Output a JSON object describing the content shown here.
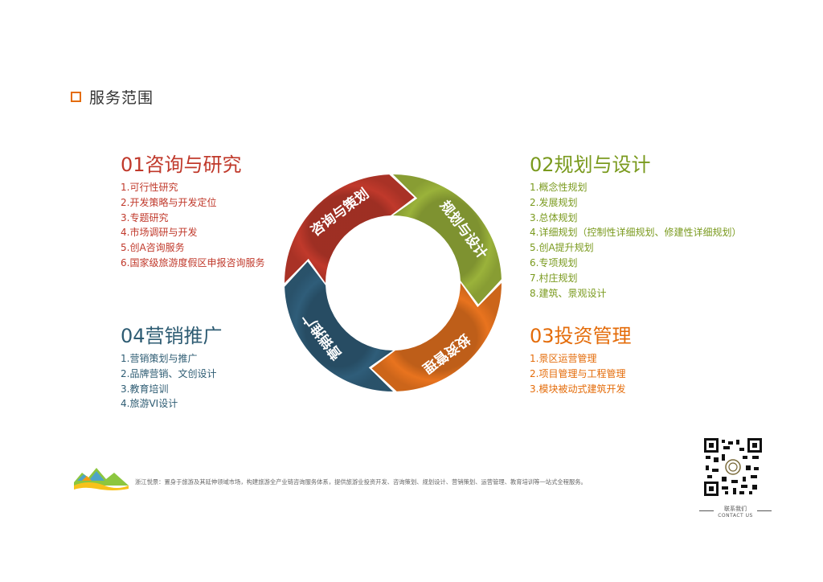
{
  "page_title": "服务范围",
  "cycle": {
    "segments": [
      {
        "label": "咨询与策划",
        "color": "#c0392b"
      },
      {
        "label": "规划与设计",
        "color": "#9ab23a"
      },
      {
        "label": "投资管理",
        "color": "#e8731e"
      },
      {
        "label": "营销推广",
        "color": "#2f5d79"
      }
    ]
  },
  "sections": {
    "s1": {
      "title": "01咨询与研究",
      "items": [
        "1.可行性研究",
        "2.开发策略与开发定位",
        "3.专题研究",
        "4.市场调研与开发",
        "5.创A咨询服务",
        "6.国家级旅游度假区申报咨询服务"
      ]
    },
    "s2": {
      "title": "02规划与设计",
      "items": [
        "1.概念性规划",
        "2.发展规划",
        "3.总体规划",
        "4.详细规划（控制性详细规划、修建性详细规划）",
        "5.创A提升规划",
        "6.专项规划",
        "7.村庄规划",
        "8.建筑、景观设计"
      ]
    },
    "s3": {
      "title": "03投资管理",
      "items": [
        "1.景区运营管理",
        "2.项目管理与工程管理",
        "3.模块被动式建筑开发"
      ]
    },
    "s4": {
      "title": "04营销推广",
      "items": [
        "1.营销策划与推广",
        "2.品牌营销、文创设计",
        "3.教育培训",
        "4.旅游VI设计"
      ]
    }
  },
  "footer": {
    "description": "浙江悦景：置身于旅游及其延伸领域市场，构建旅游全产业链咨询服务体系，提供旅游业投资开发、咨询策划、规划设计、营销策划、运营管理、教育培训等一站式全程服务。",
    "contact_cn": "联系我们",
    "contact_en": "CONTACT US"
  }
}
